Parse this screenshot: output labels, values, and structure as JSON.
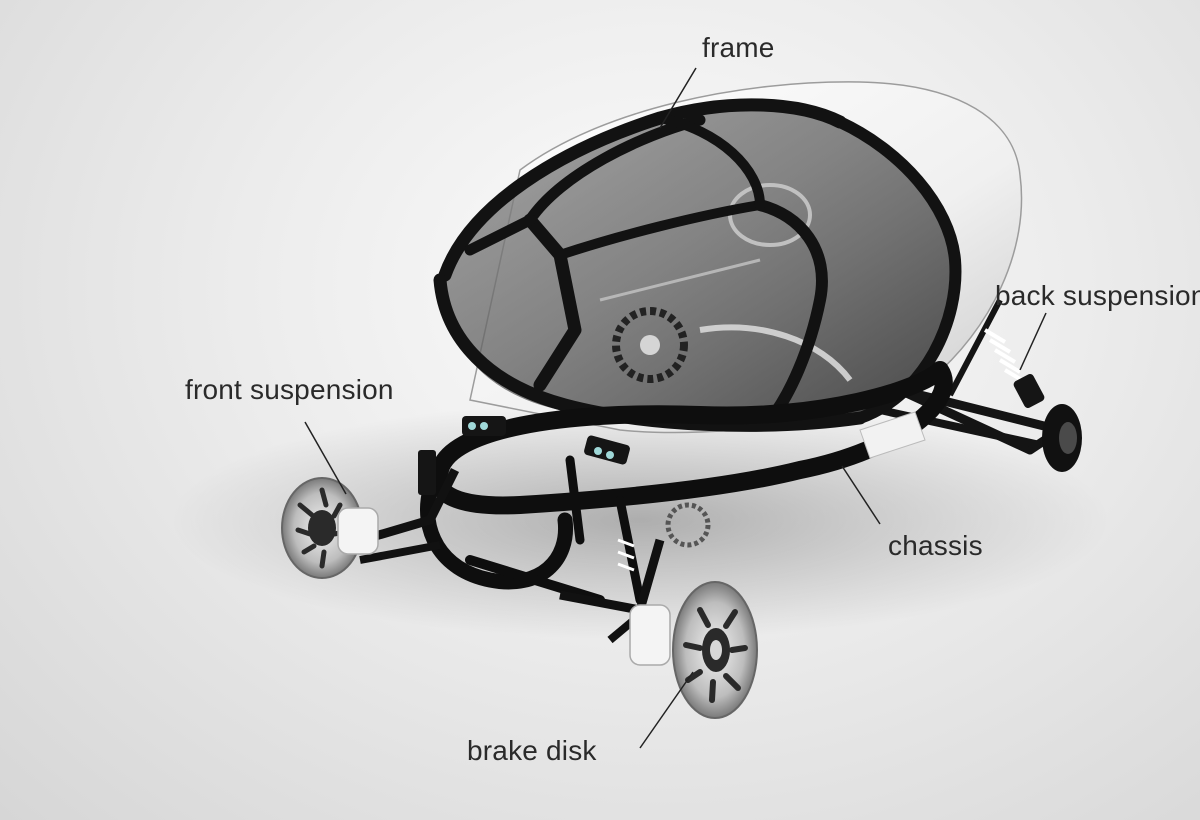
{
  "labels": {
    "frame": "frame",
    "back_suspension": "back suspension",
    "front_suspension": "front suspension",
    "chassis": "chassis",
    "brake_disk": "brake disk"
  },
  "colors": {
    "background": "#e6e6e6",
    "tube": "#121212",
    "shell": "#f7f7f7",
    "glass": "#5a5a5a",
    "metal": "#b8b8b8",
    "label": "#2a2a2a"
  }
}
